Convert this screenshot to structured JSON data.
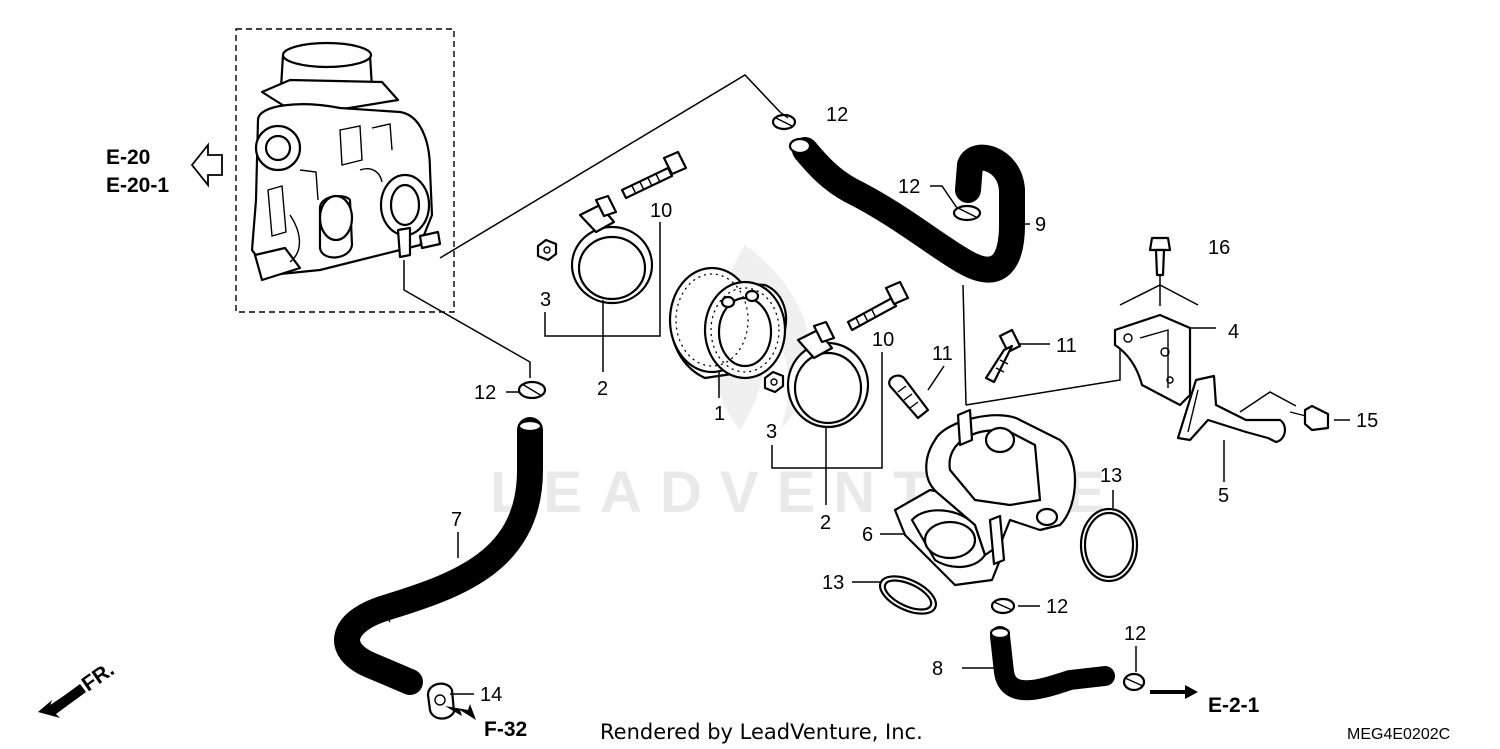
{
  "callouts": {
    "n1": "1",
    "n2a": "2",
    "n2b": "2",
    "n3a": "3",
    "n3b": "3",
    "n4": "4",
    "n5": "5",
    "n6": "6",
    "n7": "7",
    "n8": "8",
    "n9": "9",
    "n10a": "10",
    "n10b": "10",
    "n11a": "11",
    "n11b": "11",
    "n12a": "12",
    "n12b": "12",
    "n12c": "12",
    "n12d": "12",
    "n12e": "12",
    "n13a": "13",
    "n13b": "13",
    "n14": "14",
    "n15": "15",
    "n16": "16"
  },
  "refs": {
    "e20": "E-20",
    "e20_1": "E-20-1",
    "f32": "F-32",
    "e2_1": "E-2-1",
    "fr": "FR."
  },
  "footer": {
    "rendered_by": "Rendered by LeadVenture, Inc.",
    "diagram_code": "MEG4E0202C"
  },
  "watermark": "LEADVENTURE",
  "icons": {
    "direction": "hollow-arrow-left-icon",
    "front": "front-arrow-icon",
    "ref_arrow": "solid-arrow-right-icon"
  }
}
